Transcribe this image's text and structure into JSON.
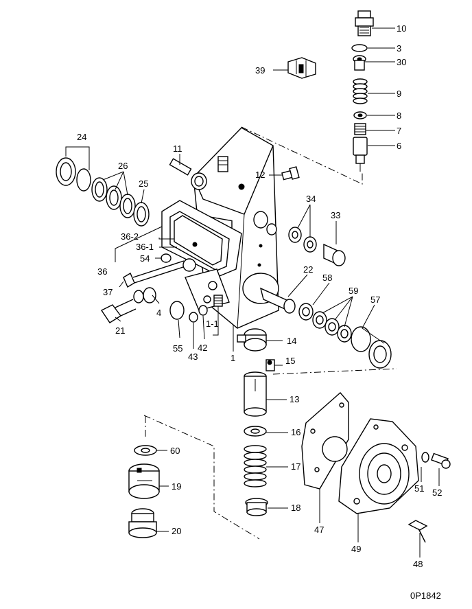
{
  "drawing_code": "0P1842",
  "callouts": {
    "c10": "10",
    "c3": "3",
    "c30": "30",
    "c39": "39",
    "c9": "9",
    "c8": "8",
    "c7": "7",
    "c6": "6",
    "c24": "24",
    "c11": "11",
    "c26": "26",
    "c12": "12",
    "c25": "25",
    "c34": "34",
    "c33": "33",
    "c36_2": "36-2",
    "c36_1": "36-1",
    "c36": "36",
    "c54": "54",
    "c22": "22",
    "c58": "58",
    "c59": "59",
    "c57": "57",
    "c37": "37",
    "c4": "4",
    "c21": "21",
    "c1_1": "1-1",
    "c55": "55",
    "c43": "43",
    "c42": "42",
    "c1": "1",
    "c14": "14",
    "c15": "15",
    "c13": "13",
    "c16": "16",
    "c60": "60",
    "c17": "17",
    "c19": "19",
    "c18": "18",
    "c20": "20",
    "c47": "47",
    "c49": "49",
    "c51": "51",
    "c52": "52",
    "c48": "48"
  }
}
